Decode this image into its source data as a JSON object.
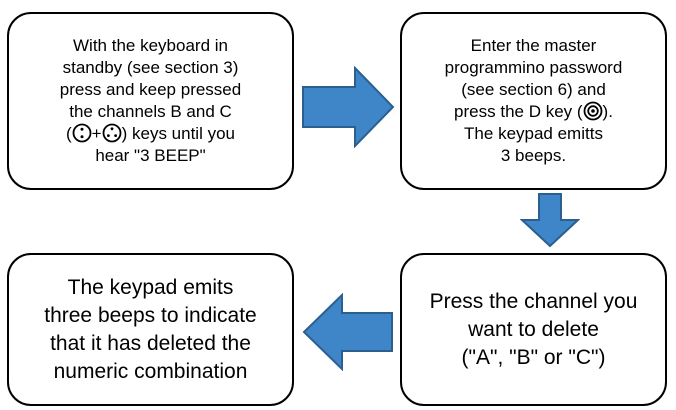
{
  "colors": {
    "arrow_fill": "#3e86c8",
    "arrow_stroke": "#2b5f90",
    "box_border": "#000000"
  },
  "steps": [
    {
      "line1": "With the keyboard in",
      "line2": "standby (see section 3)",
      "line3": "press and keep pressed",
      "line4": "the channels B and C",
      "line5_pre": "(",
      "line5_glyph_b": "channel-b-key-icon",
      "line5_plus": "+",
      "line5_glyph_c": "channel-c-key-icon",
      "line5_post": ") keys until you",
      "line6": "hear \"3 BEEP\""
    },
    {
      "line1": "Enter the master",
      "line2": "programmino password",
      "line3": "(see section 6) and",
      "line4_pre": "press the D key (",
      "line4_glyph": "channel-d-key-icon",
      "line4_post": ").",
      "line5": "The keypad emitts",
      "line6": "3 beeps."
    },
    {
      "line1": "The keypad emits",
      "line2": "three beeps to indicate",
      "line3": "that it has deleted the",
      "line4": "numeric combination"
    },
    {
      "line1": "Press the channel you",
      "line2": "want to delete",
      "line3": "(\"A\", \"B\" or \"C\")"
    }
  ],
  "arrows": [
    {
      "direction": "right",
      "icon": "arrow-right-icon"
    },
    {
      "direction": "down",
      "icon": "arrow-down-icon"
    },
    {
      "direction": "left",
      "icon": "arrow-left-icon"
    }
  ]
}
